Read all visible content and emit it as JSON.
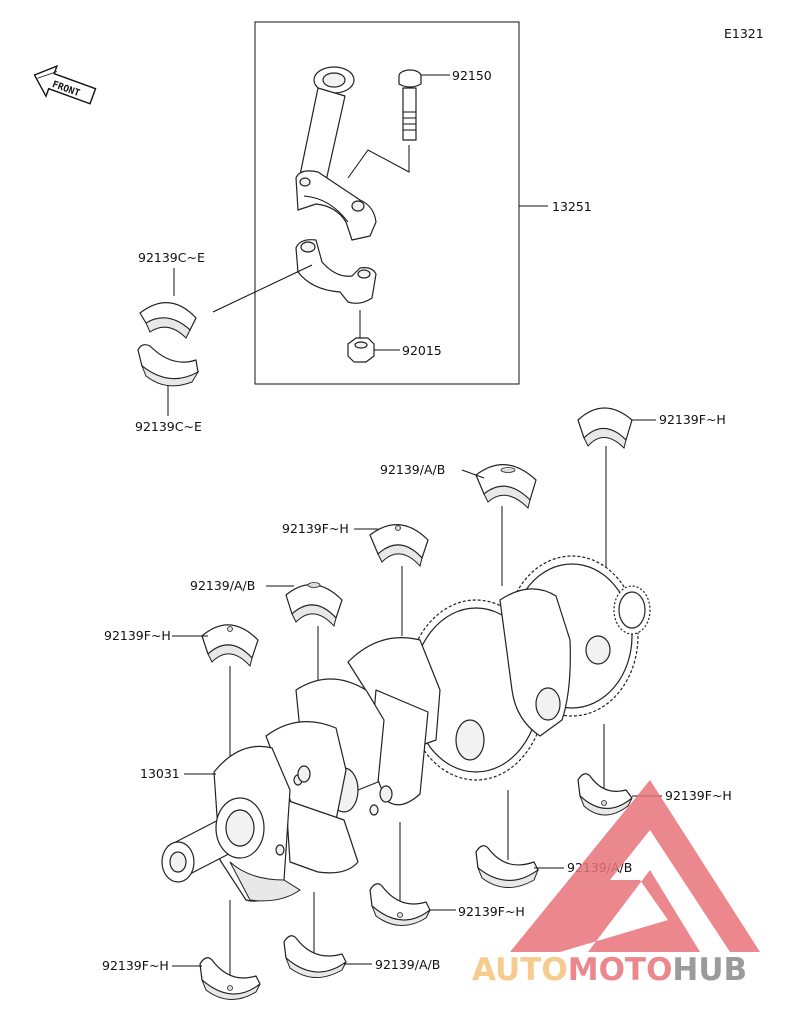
{
  "diagram_code": "E1321",
  "front_label": "FRONT",
  "labels": {
    "bolt": "92150",
    "conrod_assy": "13251",
    "bearing_conrod_top": "92139C~E",
    "bearing_conrod_bottom": "92139C~E",
    "nut": "92015",
    "crankshaft": "13031",
    "main_bearing_fh_top_right": "92139F~H",
    "main_bearing_ab_top_mid": "92139/A/B",
    "main_bearing_fh_upper_mid": "92139F~H",
    "main_bearing_ab_left": "92139/A/B",
    "main_bearing_fh_left": "92139F~H",
    "main_bearing_fh_lower_right": "92139F~H",
    "main_bearing_ab_lower_right": "92139/A/B",
    "main_bearing_fh_lower_mid": "92139F~H",
    "main_bearing_ab_lower_mid": "92139/A/B",
    "main_bearing_fh_lower_left": "92139F~H"
  },
  "watermark": {
    "part1": "AUTO",
    "part2": "MOTO",
    "part3": "HUB",
    "color1": "#f5c27a",
    "color2": "#e8737a",
    "color3": "#8a8a8a",
    "triangle_color": "#e8737a"
  }
}
